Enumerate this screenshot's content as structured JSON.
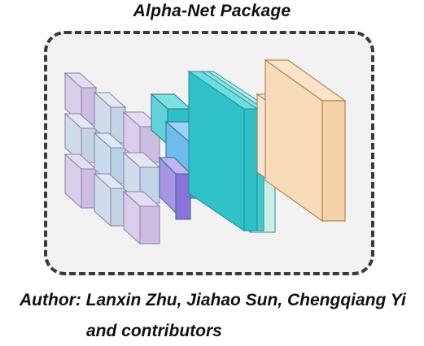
{
  "title": "Alpha-Net Package",
  "author_line": "Author: Lanxin Zhu, Jiahao Sun, Chengqiang Yi",
  "contributors_line": "and contributors",
  "colors": {
    "frame_border": "#3a3a3a",
    "frame_fill": "#f2f2f2",
    "lavender_block": "#d7c8ea",
    "lightblue_block": "#c9dcec",
    "teal_block": "#34c6cc",
    "blue_block": "#5aa9e6",
    "purple_block": "#8f7fd8",
    "mint_block": "#cfe8da",
    "gold_block": "#f2c14e",
    "peach_block": "#f7dcc0"
  }
}
